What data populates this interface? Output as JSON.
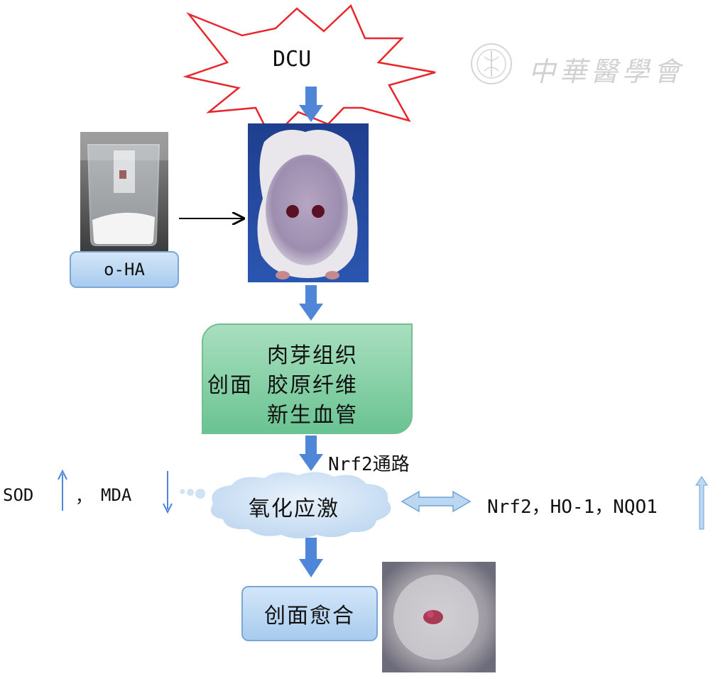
{
  "burst": {
    "label": "DCU"
  },
  "material": {
    "label": "o-HA"
  },
  "wound_box": {
    "left_label": "创面",
    "items": [
      "肉芽组织",
      "胶原纤维",
      "新生血管"
    ]
  },
  "pathway": {
    "label": "Nrf2通路"
  },
  "oxidative": {
    "label": "氧化应激"
  },
  "left_markers": {
    "sod": "SOD",
    "sep": "，",
    "mda": "MDA"
  },
  "right_markers": {
    "text": "Nrf2，HO-1，NQO1"
  },
  "healing": {
    "label": "创面愈合"
  },
  "watermark": {
    "text": "中華醫學會"
  },
  "colors": {
    "burst_stroke": "#e8262c",
    "flow_arrow": "#4f86d8",
    "up_arrow_red": "#b00000",
    "green_box": "#74c898",
    "blue_box": "#a8cbee",
    "cloud": "#cfe3f5"
  }
}
